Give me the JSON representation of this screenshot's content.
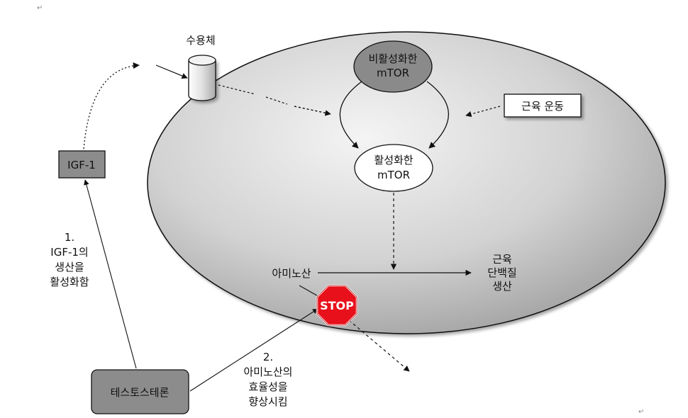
{
  "receptor": {
    "label": "수용체"
  },
  "inactive_mtor": {
    "line1": "비활성화한",
    "line2": "mTOR"
  },
  "active_mtor": {
    "line1": "활성화한",
    "line2": "mTOR"
  },
  "exercise": {
    "label": "근육 운동"
  },
  "igf1": {
    "label": "IGF-1"
  },
  "amino_acid": {
    "label": "아미노산"
  },
  "protein_synthesis": {
    "line1": "근육",
    "line2": "단백질",
    "line3": "생산"
  },
  "stop_sign": {
    "label": "STOP"
  },
  "testosterone": {
    "label": "테스토스테론"
  },
  "step1": {
    "line1": "1.",
    "line2": "IGF-1의",
    "line3": "생산을",
    "line4": "활성화함"
  },
  "step2": {
    "line1": "2.",
    "line2": "아미노산의",
    "line3": "효율성을",
    "line4": "향상시킴"
  },
  "paragraph_marks": {
    "top": "↵",
    "bottom": "↵"
  },
  "colors": {
    "inactive_mtor": "#8a8a8a",
    "igf1_box": "#8c8c8c",
    "testosterone_box": "#8c8c8c",
    "stop_sign": "#e8101a"
  }
}
